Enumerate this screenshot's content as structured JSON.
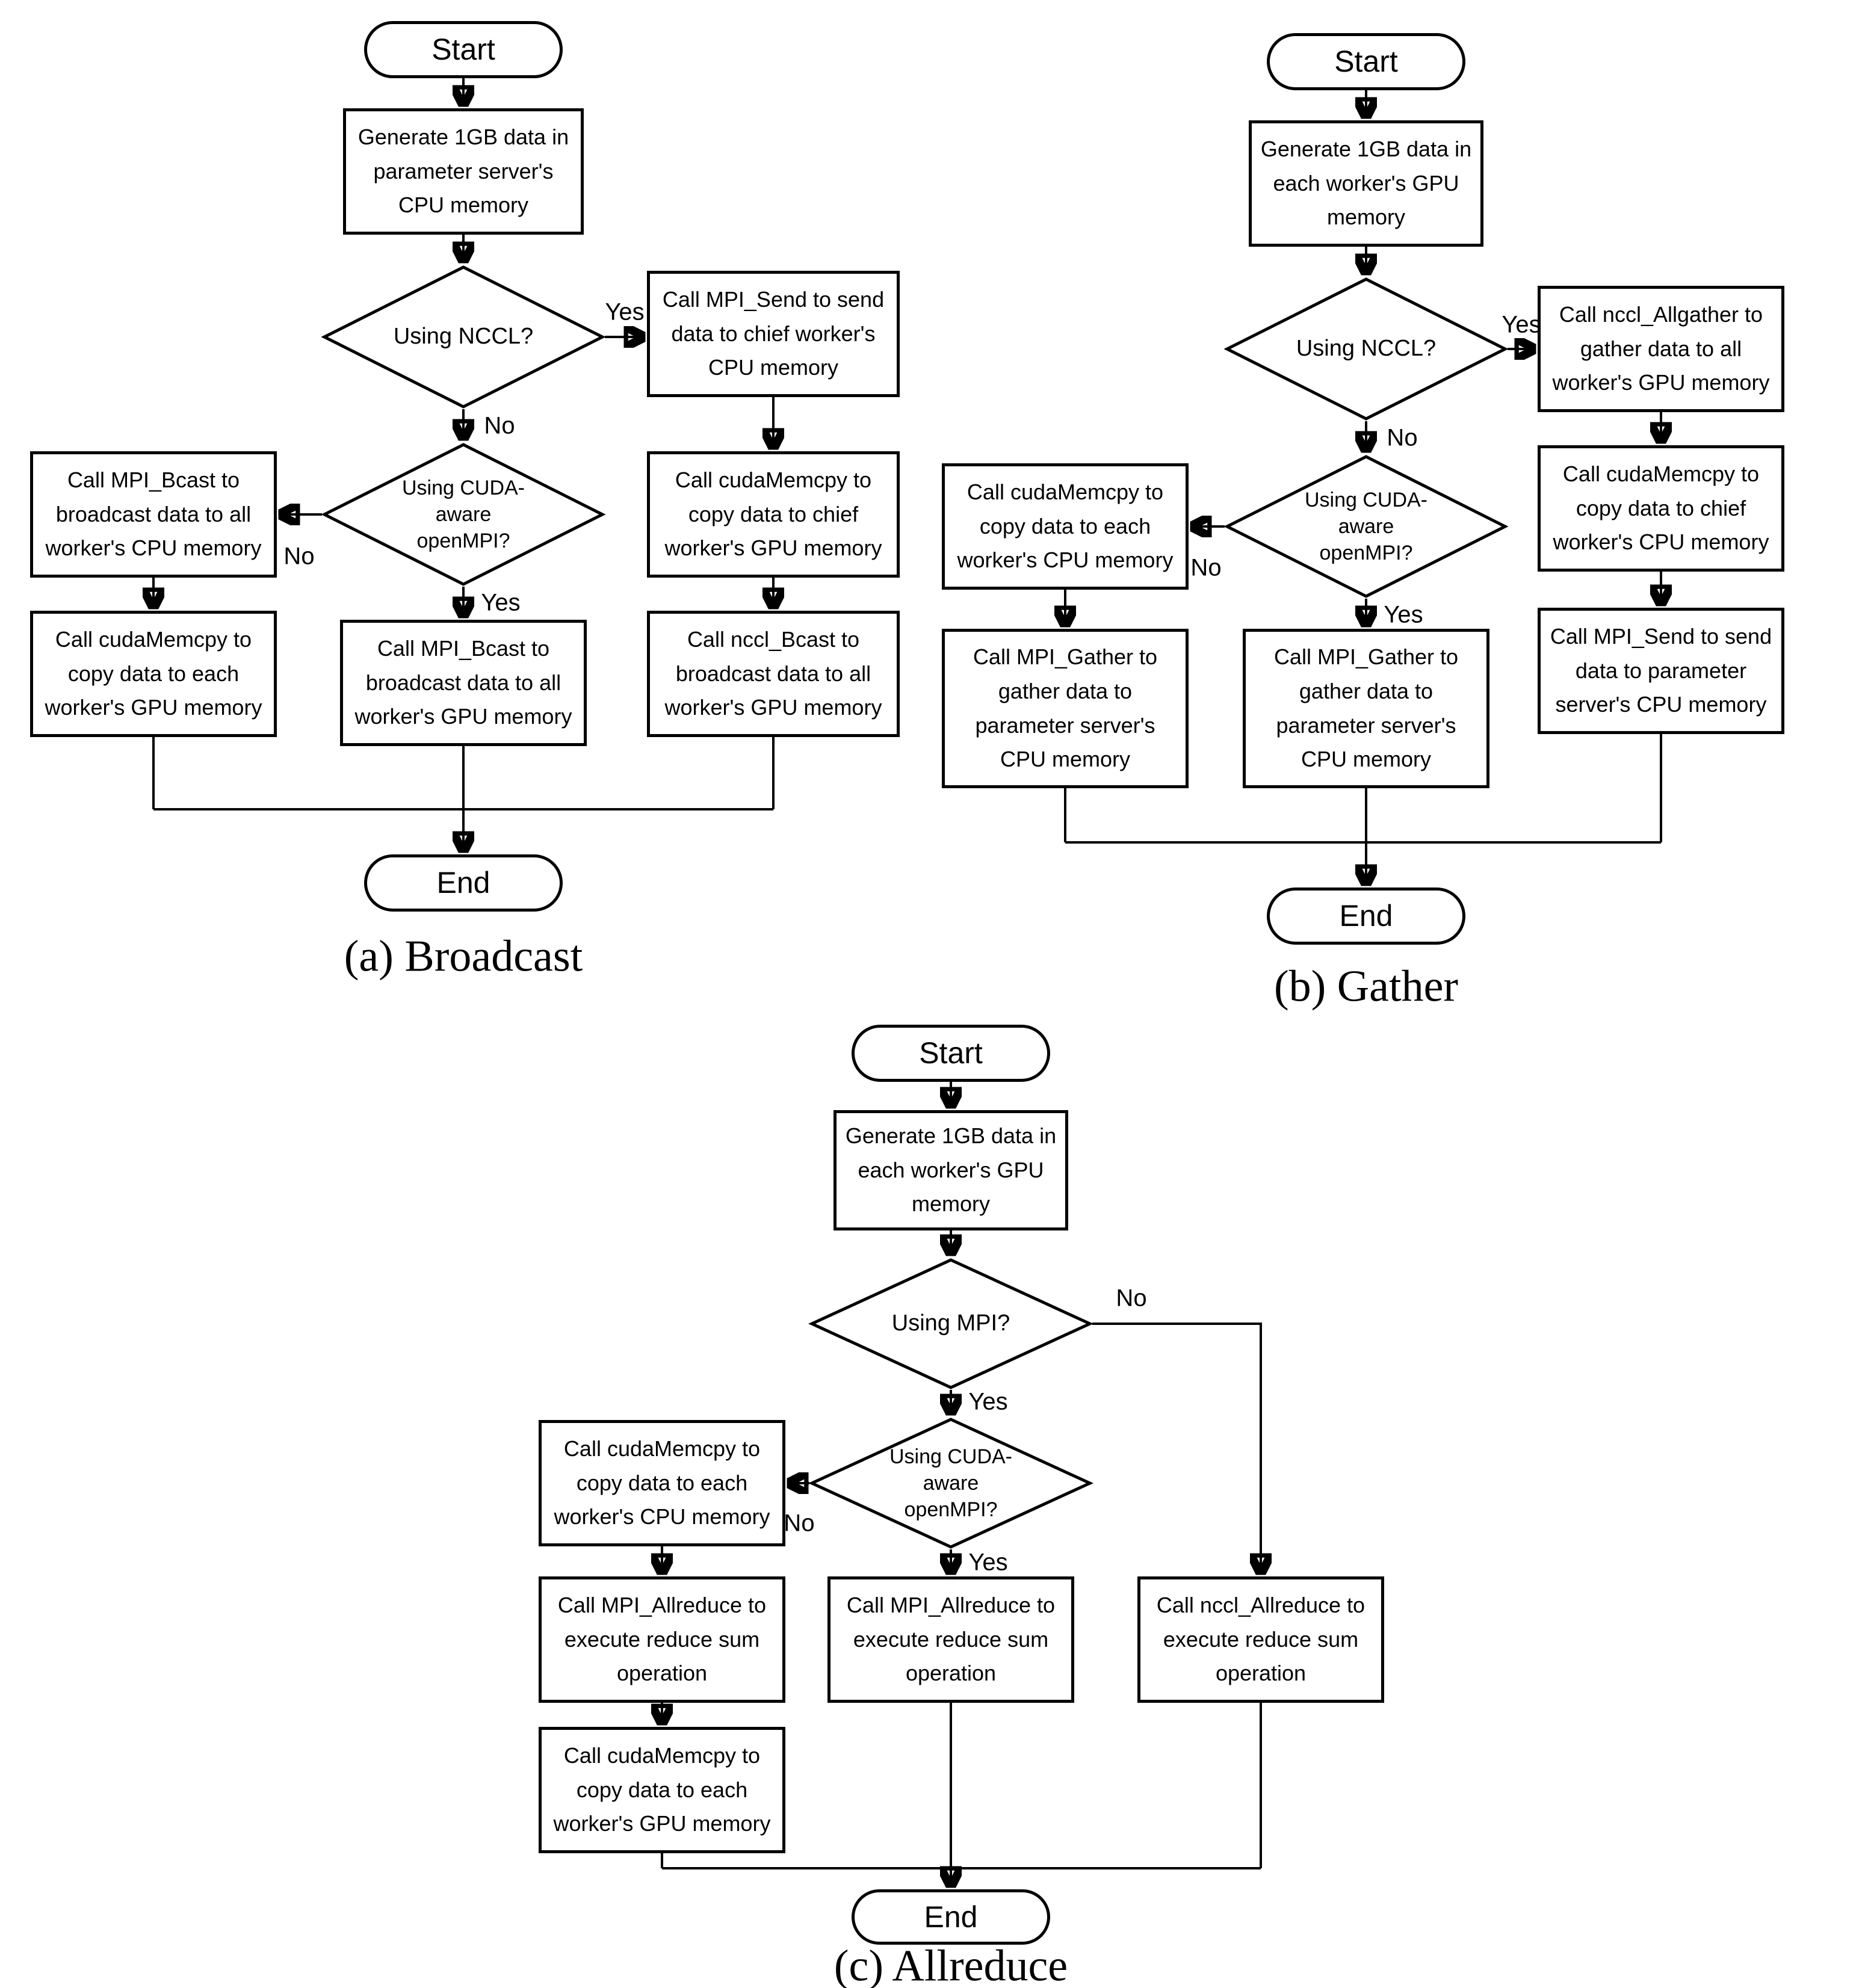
{
  "figure": {
    "background_color": "#ffffff",
    "line_color": "#000000"
  },
  "charts": [
    {
      "id": "broadcast",
      "caption": "(a) Broadcast",
      "labels": {
        "yes": "Yes",
        "no": "No"
      },
      "nodes": {
        "start": "Start",
        "generate": "Generate 1GB data in parameter server's CPU memory",
        "using_nccl": "Using NCCL?",
        "using_cuda": "Using CUDA-aware openMPI?",
        "mpi_send": "Call MPI_Send to send data to chief worker's CPU memory",
        "mpi_bcast_cpu": "Call MPI_Bcast to broadcast data to all worker's CPU memory",
        "cudamemcpy_each": "Call cudaMemcpy to copy data to each worker's GPU memory",
        "mpi_bcast_gpu": "Call MPI_Bcast to broadcast data to all worker's GPU memory",
        "cudamemcpy_chief": "Call cudaMemcpy to copy data to chief worker's GPU memory",
        "nccl_bcast": "Call nccl_Bcast to broadcast data to all worker's GPU memory",
        "end": "End"
      }
    },
    {
      "id": "gather",
      "caption": "(b) Gather",
      "labels": {
        "yes": "Yes",
        "no": "No"
      },
      "nodes": {
        "start": "Start",
        "generate": "Generate 1GB data in each worker's GPU memory",
        "using_nccl": "Using NCCL?",
        "using_cuda": "Using CUDA-aware openMPI?",
        "nccl_allgather": "Call nccl_Allgather to gather data to all worker's GPU memory",
        "cudamemcpy_each": "Call cudaMemcpy to copy data to each worker's CPU memory",
        "mpi_gather_left": "Call MPI_Gather to gather data to parameter server's CPU memory",
        "mpi_gather_mid": "Call MPI_Gather to gather data to parameter server's CPU memory",
        "cudamemcpy_chief": "Call cudaMemcpy to copy data to chief worker's CPU memory",
        "mpi_send": "Call MPI_Send to send data to parameter server's CPU memory",
        "end": "End"
      }
    },
    {
      "id": "allreduce",
      "caption": "(c) Allreduce",
      "labels": {
        "yes": "Yes",
        "no": "No"
      },
      "nodes": {
        "start": "Start",
        "generate": "Generate 1GB data in each worker's GPU memory",
        "using_mpi": "Using MPI?",
        "using_cuda": "Using CUDA-aware openMPI?",
        "cudamemcpy_each_cpu": "Call cudaMemcpy to copy data to each worker's CPU memory",
        "mpi_allreduce_left": "Call MPI_Allreduce to execute reduce sum operation",
        "mpi_allreduce_mid": "Call MPI_Allreduce to execute reduce sum operation",
        "nccl_allreduce": "Call nccl_Allreduce to execute reduce sum operation",
        "cudamemcpy_each_gpu": "Call cudaMemcpy to copy data to each worker's GPU memory",
        "end": "End"
      }
    }
  ]
}
